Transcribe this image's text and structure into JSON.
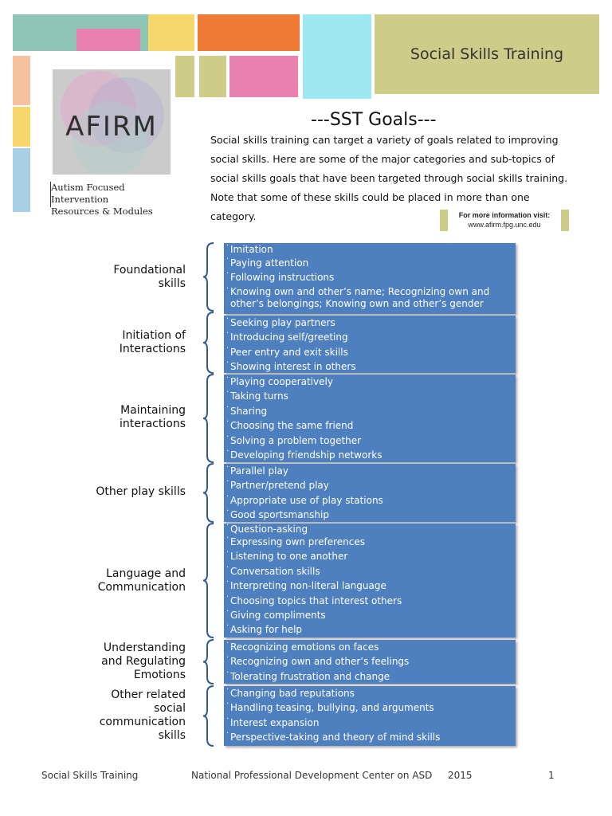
{
  "header": {
    "title": "Social Skills Training"
  },
  "logo": {
    "name": "AFIRM",
    "subtitle_lines": [
      "Autism Focused Intervention",
      "Resources & Modules"
    ]
  },
  "page_title": "---SST Goals---",
  "intro": "Social skills training can target a variety of goals related to improving social skills.  Here are some of the major categories and sub-topics of social skills goals that have been targeted through social skills training.  Note that some of these skills could be placed in more than one category.",
  "more_info": {
    "label": "For more information visit:",
    "url": "www.afirm.fpg.unc.edu"
  },
  "colors": {
    "olive": "#cdcc88",
    "teal": "#8ec5b4",
    "pink": "#e880b0",
    "yellow": "#f7d66b",
    "orange": "#ef7a33",
    "cyan": "#9ee8f2",
    "peach": "#f6c19e",
    "lightblue": "#a9cfe4",
    "box_blue": "#4e80c0",
    "brace_blue": "#2f5a8e"
  },
  "categories": [
    {
      "label": "Foundational skills",
      "items": [
        "Imitation",
        "Paying attention",
        "Following instructions",
        "Knowing own and other’s name; Recognizing own and other’s belongings; Knowing own and other’s gender"
      ]
    },
    {
      "label": "Initiation of Interactions",
      "items": [
        "Seeking play partners",
        "Introducing self/greeting",
        "Peer entry and exit skills",
        "Showing interest in others"
      ]
    },
    {
      "label": "Maintaining interactions",
      "items": [
        "Playing cooperatively",
        "Taking turns",
        "Sharing",
        "Choosing the same friend",
        "Solving a problem together",
        "Developing friendship networks"
      ]
    },
    {
      "label": "Other play skills",
      "items": [
        "Parallel play",
        "Partner/pretend play",
        "Appropriate use of play stations",
        "Good sportsmanship"
      ]
    },
    {
      "label": "Language and Communication",
      "items": [
        "Question-asking",
        "Expressing own preferences",
        "Listening to one another",
        "Conversation skills",
        "Interpreting non-literal language",
        "Choosing topics that interest others",
        "Giving compliments",
        "Asking for help"
      ]
    },
    {
      "label": "Understanding and Regulating Emotions",
      "items": [
        "Recognizing emotions on faces",
        "Recognizing own and other’s feelings",
        "Tolerating frustration and change"
      ]
    },
    {
      "label": "Other related social communication skills",
      "items": [
        "Changing bad reputations",
        "Handling teasing, bullying, and arguments",
        "Interest expansion",
        "Perspective-taking and theory of mind skills"
      ]
    }
  ],
  "footer": {
    "left": "Social Skills Training",
    "center": "National Professional Development Center on ASD",
    "year": "2015",
    "page": "1"
  }
}
